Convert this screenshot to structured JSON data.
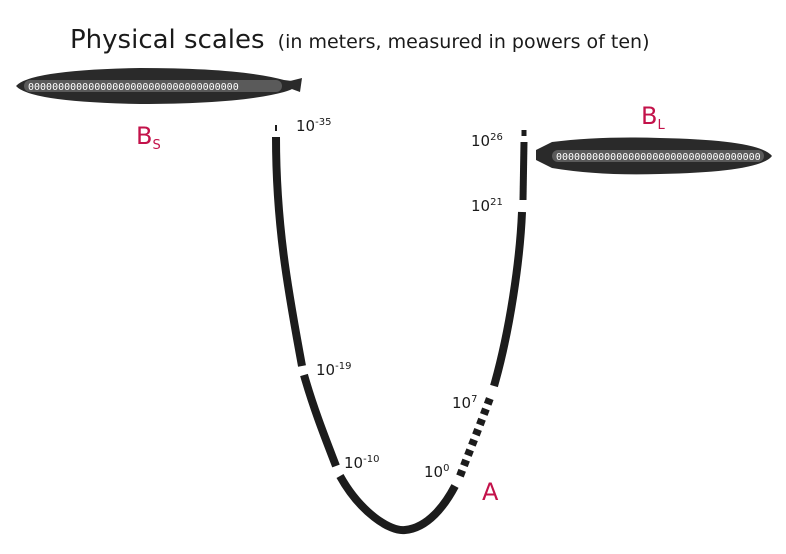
{
  "title": {
    "main": "Physical scales",
    "sub": "(in meters, measured in powers of ten)"
  },
  "curve_labels": [
    {
      "base": "10",
      "exponent": "-35"
    },
    {
      "base": "10",
      "exponent": "-19"
    },
    {
      "base": "10",
      "exponent": "-10"
    },
    {
      "base": "10",
      "exponent": "0"
    },
    {
      "base": "10",
      "exponent": "7"
    },
    {
      "base": "10",
      "exponent": "21"
    },
    {
      "base": "10",
      "exponent": "26"
    }
  ],
  "points": {
    "A": {
      "letter": "A"
    },
    "BS": {
      "letter": "B",
      "subscript": "S"
    },
    "BL": {
      "letter": "B",
      "subscript": "L"
    }
  },
  "fish": {
    "left_chain": "00000000000000000000000000000000000",
    "right_chain": "0000000000000000000000000000000000"
  },
  "colors": {
    "curve": "#1c1c1c",
    "accent": "#c3124a",
    "fish_body": "#2a2a2a"
  }
}
